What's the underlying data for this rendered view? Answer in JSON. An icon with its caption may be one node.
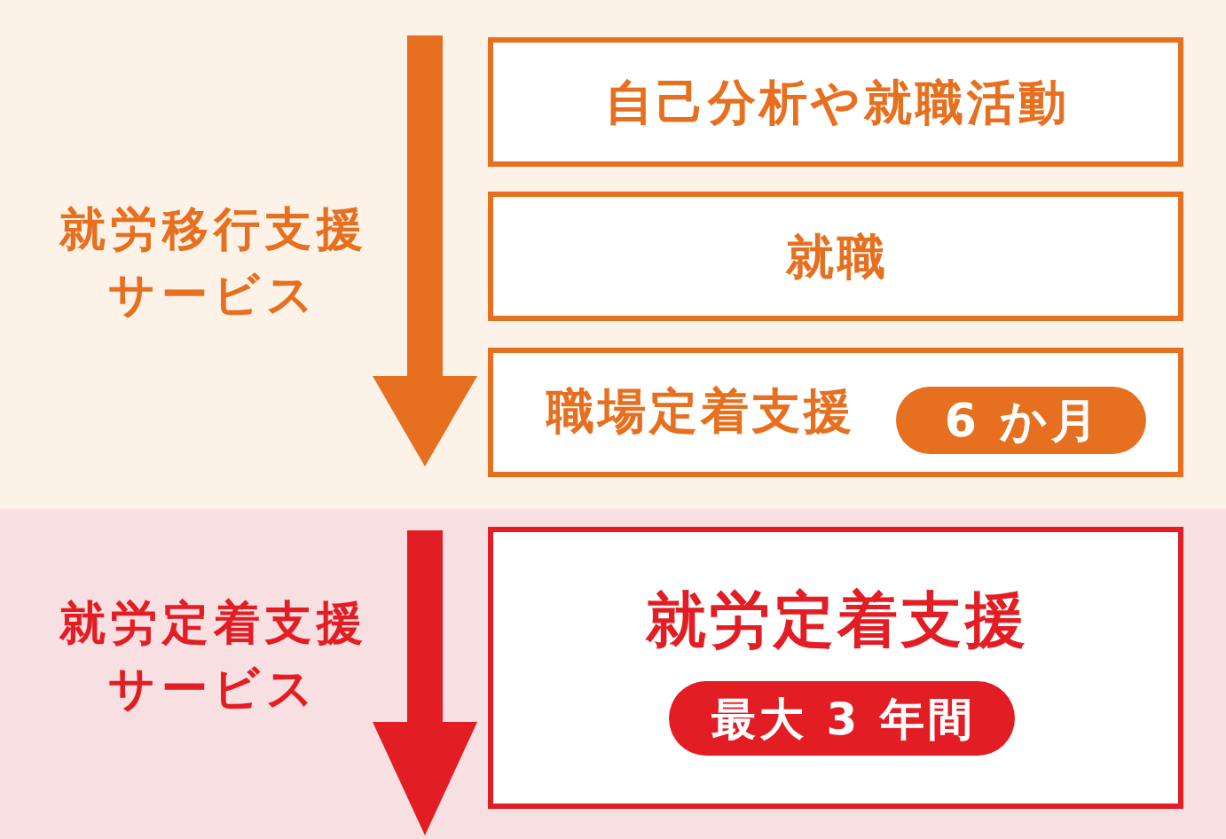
{
  "diagram": {
    "nodes": [
      {
        "text": [
          "就労移行支援サービス"
        ]
      },
      {
        "text": [
          "自己分析や就職活動"
        ],
        "in": 0
      },
      {
        "text": [
          "就職"
        ],
        "in": 0
      },
      {
        "text": [
          "職場定着支援"
        ],
        "in": 0
      },
      {
        "text": [
          "6 か月"
        ],
        "in": 3
      },
      {
        "text": [
          "就労定着支援サービス"
        ]
      },
      {
        "text": [
          "就労定着支援"
        ],
        "in": 5
      },
      {
        "text": [
          "最大 3 年間"
        ],
        "in": 6
      }
    ]
  }
}
